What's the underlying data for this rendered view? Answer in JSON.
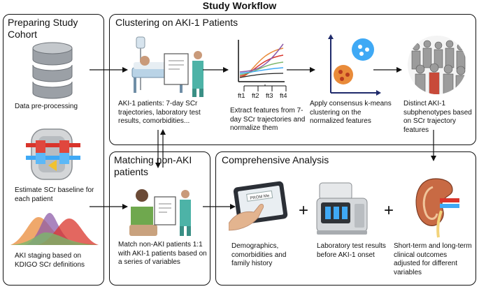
{
  "title": "Study Workflow",
  "panels": {
    "cohort": {
      "title": "Preparing Study Cohort",
      "captions": [
        "Data pre-processing",
        "Estimate SCr baseline for each patient",
        "AKI staging based on KDIGO SCr definitions"
      ]
    },
    "clustering": {
      "title": "Clustering on AKI-1 Patients",
      "captions": [
        "AKI-1 patients: 7-day SCr trajectories, laboratory test results, comorbidities...",
        "Extract features from 7-day SCr trajectories and normalize them",
        "Apply consensus k-means clustering on the normalized features",
        "Distinct AKI-1 subphenotypes based on SCr trajectory features"
      ],
      "features": [
        "ft1",
        "ft2",
        "ft3",
        "ft4"
      ]
    },
    "matching": {
      "title": "Matching non-AKI patients",
      "captions": [
        "Match non-AKI patients 1:1 with AKI-1 patients based on a series of variables"
      ]
    },
    "analysis": {
      "title": "Comprehensive Analysis",
      "captions": [
        "Demographics, comorbidities and family history",
        "Laboratory test results before AKI-1 onset",
        "Short-term and long-term clinical outcomes adjusted for different variables"
      ],
      "plus": "+",
      "tablet_text": "PROM Me"
    }
  },
  "colors": {
    "db": "#8a8f96",
    "red": "#d9342b",
    "blue": "#3fa9f5",
    "purple": "#8e5ca8",
    "green": "#7bb66b",
    "orange": "#e98b3a"
  }
}
